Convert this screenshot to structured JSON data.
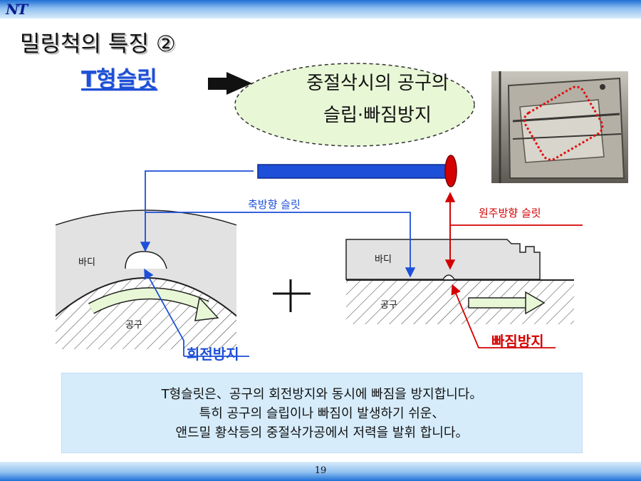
{
  "logo": "NT",
  "title": "밀링척의 특징 ②",
  "subtitle": "T형슬릿",
  "bubble": {
    "line1": "중절삭시의 공구의",
    "line2": "슬립·빠짐방지"
  },
  "labels": {
    "axial_slit": "축방향 슬릿",
    "circumferential_slit": "원주방향 슬릿",
    "body_left": "바디",
    "body_right": "바디",
    "tool_left": "공구",
    "tool_right": "공구",
    "rotation_prevention": "회전방지",
    "pullout_prevention": "빠짐방지"
  },
  "description": {
    "line1": "T형슬릿은、공구의 회전방지와 동시에 빠짐을 방지합니다。",
    "line2": "특히 공구의 슬립이나 빠짐이 발생하기 쉬운、",
    "line3": "앤드밀 황삭등의 중절삭가공에서 저력을 발휘 합니다。"
  },
  "page_number": "19",
  "colors": {
    "blue": "#1d4fd8",
    "red": "#d40000",
    "band": "#5aa7ef",
    "box": "#d6ecfb"
  }
}
